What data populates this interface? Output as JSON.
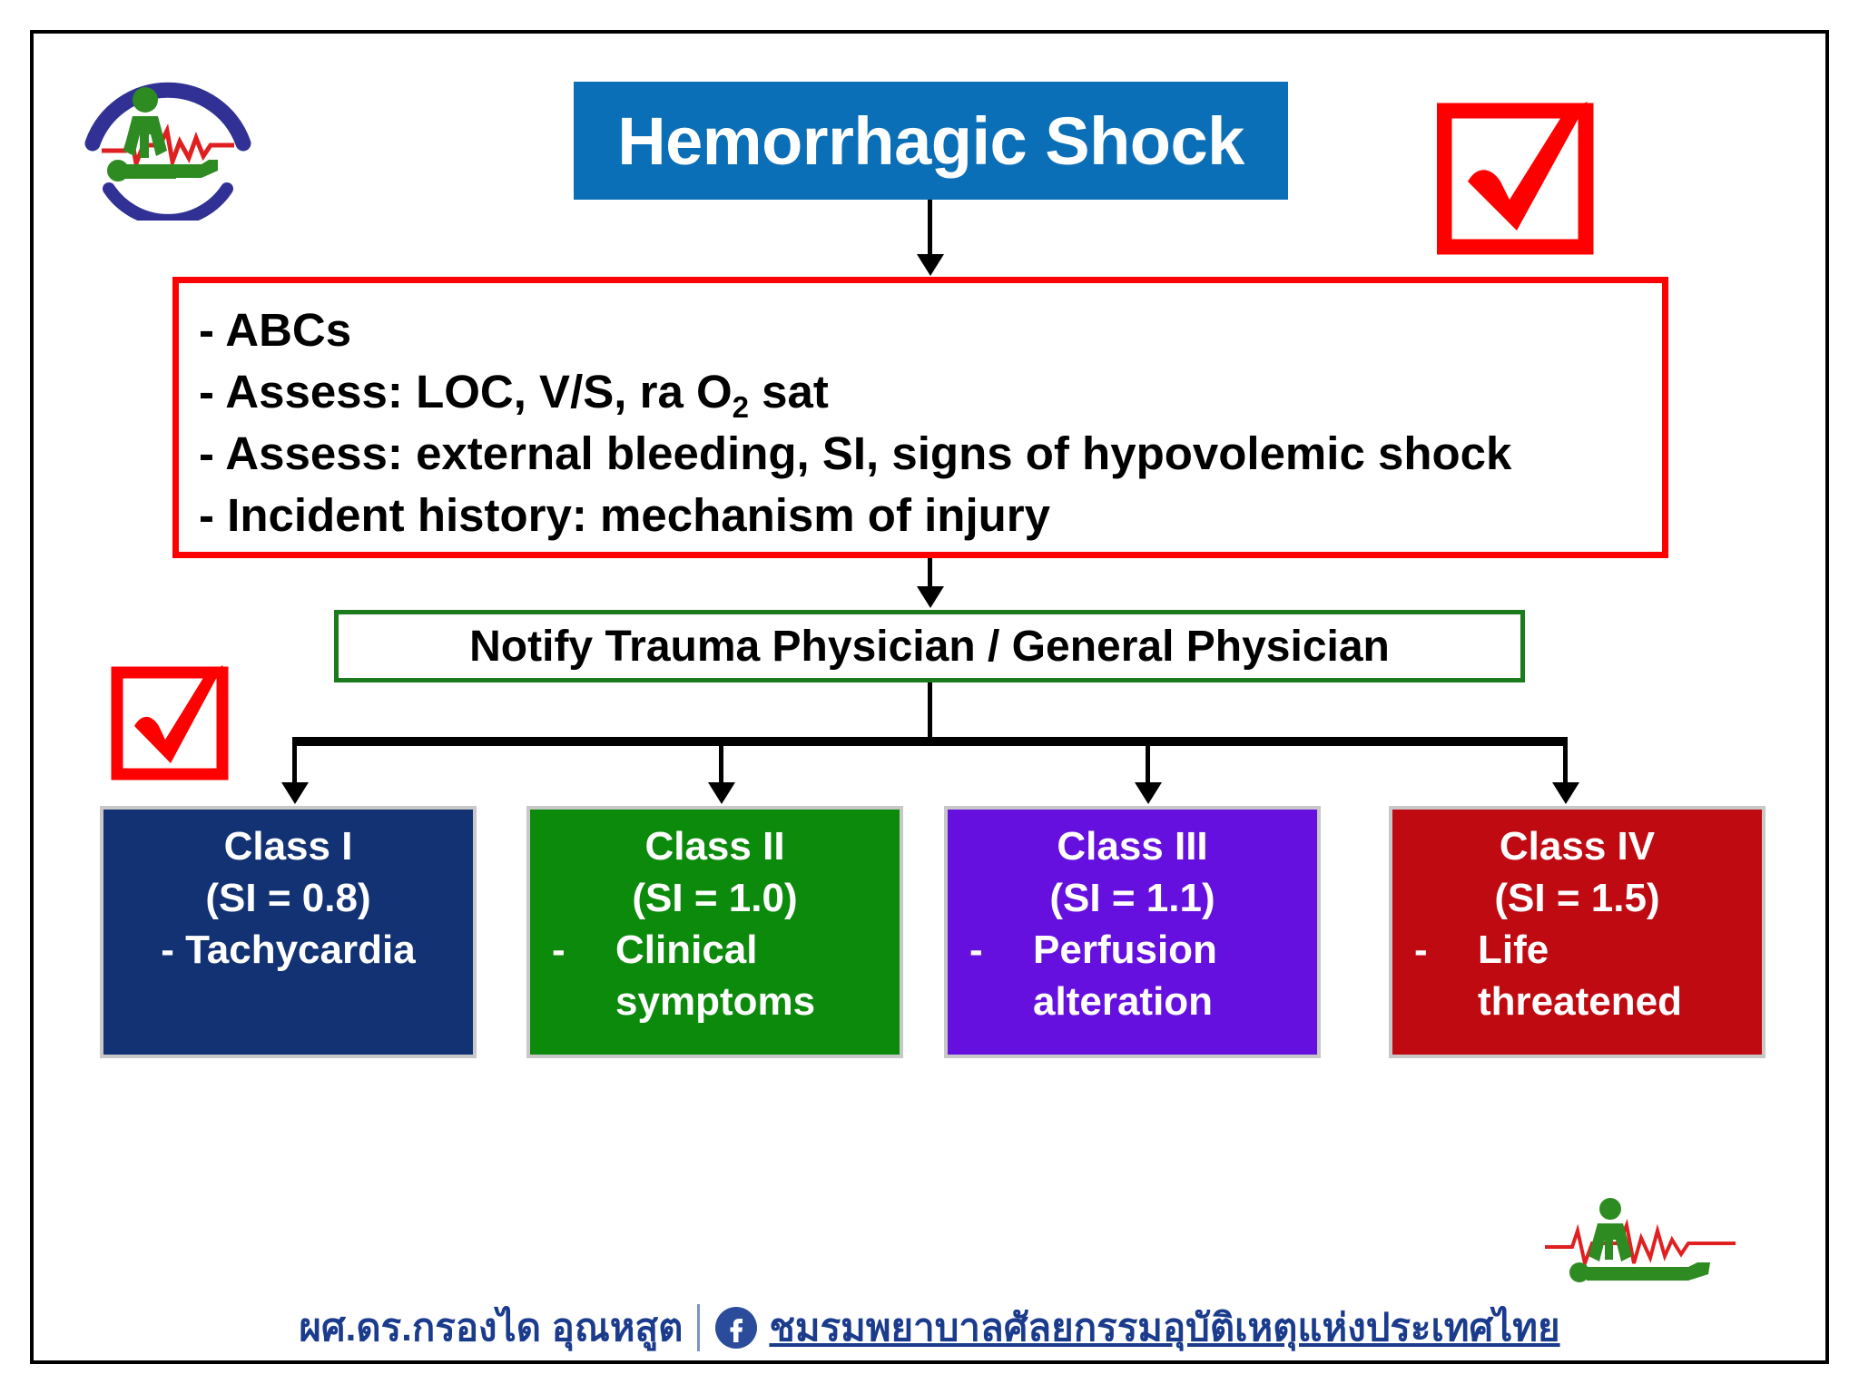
{
  "title": {
    "text": "Hemorrhagic Shock",
    "bg_color": "#0B6FB8",
    "text_color": "#FFFFFF"
  },
  "assessment_box": {
    "border_color": "#FF0000",
    "lines": [
      "- ABCs",
      "- Assess: LOC, V/S, ra O2 sat",
      "- Assess: external bleeding, SI, signs of hypovolemic shock",
      "- Incident history: mechanism of injury"
    ],
    "line1": "- ABCs",
    "line2_pre": "- Assess: LOC, V/S, ra O",
    "line2_sub": "2",
    "line2_post": " sat",
    "line3": "- Assess: external bleeding, SI, signs of hypovolemic shock",
    "line4": "- Incident history: mechanism of injury"
  },
  "notify_box": {
    "text": "Notify Trauma Physician / General Physician",
    "border_color": "#1B7A1B",
    "text_color": "#000000"
  },
  "classes": [
    {
      "title": "Class I",
      "si": "(SI = 0.8)",
      "detail": "- Tachycardia",
      "detail_dash": "-",
      "detail_text": "Tachycardia",
      "layout": "centered",
      "bg_color": "#123274",
      "text_color": "#FFFFFF"
    },
    {
      "title": "Class II",
      "si": "(SI = 1.0)",
      "detail": "- Clinical symptoms",
      "detail_dash": "-",
      "detail_text": "Clinical",
      "detail_text2": "symptoms",
      "layout": "bullet",
      "bg_color": "#0C8A0C",
      "text_color": "#FFFFFF"
    },
    {
      "title": "Class III",
      "si": "(SI = 1.1)",
      "detail": "- Perfusion alteration",
      "detail_dash": "-",
      "detail_text": "Perfusion",
      "detail_text2": "alteration",
      "layout": "bullet",
      "bg_color": "#6610E0",
      "text_color": "#FFFFFF"
    },
    {
      "title": "Class IV",
      "si": "(SI = 1.5)",
      "detail": "- Life threatened",
      "detail_dash": "-",
      "detail_text": "Life",
      "detail_text2": "threatened",
      "layout": "bullet",
      "bg_color": "#C00A12",
      "text_color": "#FFFFFF"
    }
  ],
  "checkmarks": {
    "color": "#FF0000",
    "count": 2
  },
  "footer": {
    "author": "ผศ.ดร.กรองได อุณหสูต",
    "facebook_icon": "facebook-icon",
    "page_name": "ชมรมพยาบาลศัลยกรรมอุบัติเหตุแห่งประเทศไทย",
    "text_color": "#1B3C8C"
  },
  "logos": {
    "association_top_left": "thai-trauma-nursing-association-logo",
    "cpr_bottom_right": "cpr-ecg-logo"
  }
}
